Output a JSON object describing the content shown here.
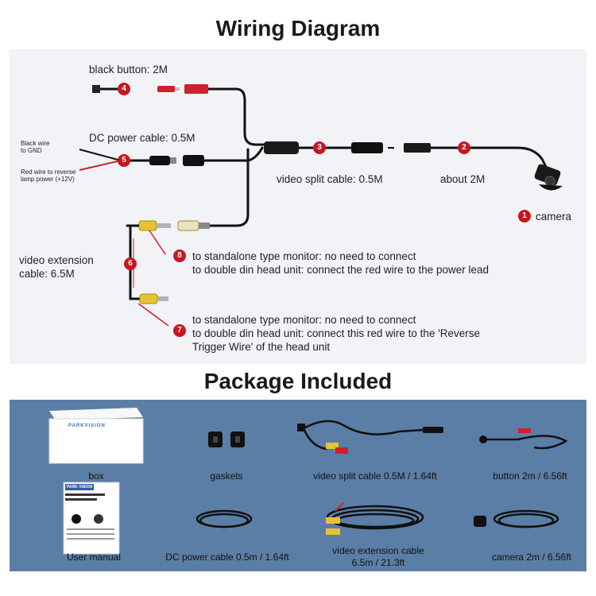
{
  "titles": {
    "wiring": "Wiring Diagram",
    "package": "Package Included"
  },
  "wiring": {
    "black_button": "black button: 2M",
    "dc_power": "DC power cable: 0.5M",
    "black_wire_line1": "Black  wire",
    "black_wire_line2": "to GND",
    "red_wire_line1": "Red wire to reverse",
    "red_wire_line2": "lamp power (+12V)",
    "video_split": "video split cable: 0.5M",
    "about": "about 2M",
    "camera": "camera",
    "video_ext_line1": "video extension",
    "video_ext_line2": "cable: 6.5M",
    "note8_line1": "to standalone type monitor: no need to connect",
    "note8_line2": "to double din head unit: connect the red wire to the power lead",
    "note7_line1": "to standalone type monitor: no need to connect",
    "note7_line2": "to double din head unit: connect this red wire to the 'Reverse",
    "note7_line3": "Trigger Wire' of the head unit",
    "badges": {
      "b1": "1",
      "b2": "2",
      "b3": "3",
      "b4": "4",
      "b5": "5",
      "b6": "6",
      "b7": "7",
      "b8": "8"
    }
  },
  "package": {
    "box": "box",
    "box_logo": "PARKVISION",
    "gaskets": "gaskets",
    "video_split": "video split cable 0.5M / 1.64ft",
    "button": "button 2m / 6.56ft",
    "manual": "User manual",
    "manual_header": "PARK VISION",
    "dc_power": "DC power cable 0.5m / 1.64ft",
    "video_ext_line1": "video extension cable",
    "video_ext_line2": "6.5m / 21.3ft",
    "camera": "camera 2m / 6.56ft"
  },
  "colors": {
    "badge": "#c8161d",
    "panel": "#5b7ea6",
    "cable": "#111111",
    "rca_yellow": "#e8c230",
    "red_wire": "#d0202a"
  },
  "icons": [
    "camera-icon",
    "button-icon",
    "rca-connector-icon",
    "dc-plug-icon",
    "box-icon",
    "gasket-icon",
    "cable-coil-icon",
    "manual-icon"
  ]
}
